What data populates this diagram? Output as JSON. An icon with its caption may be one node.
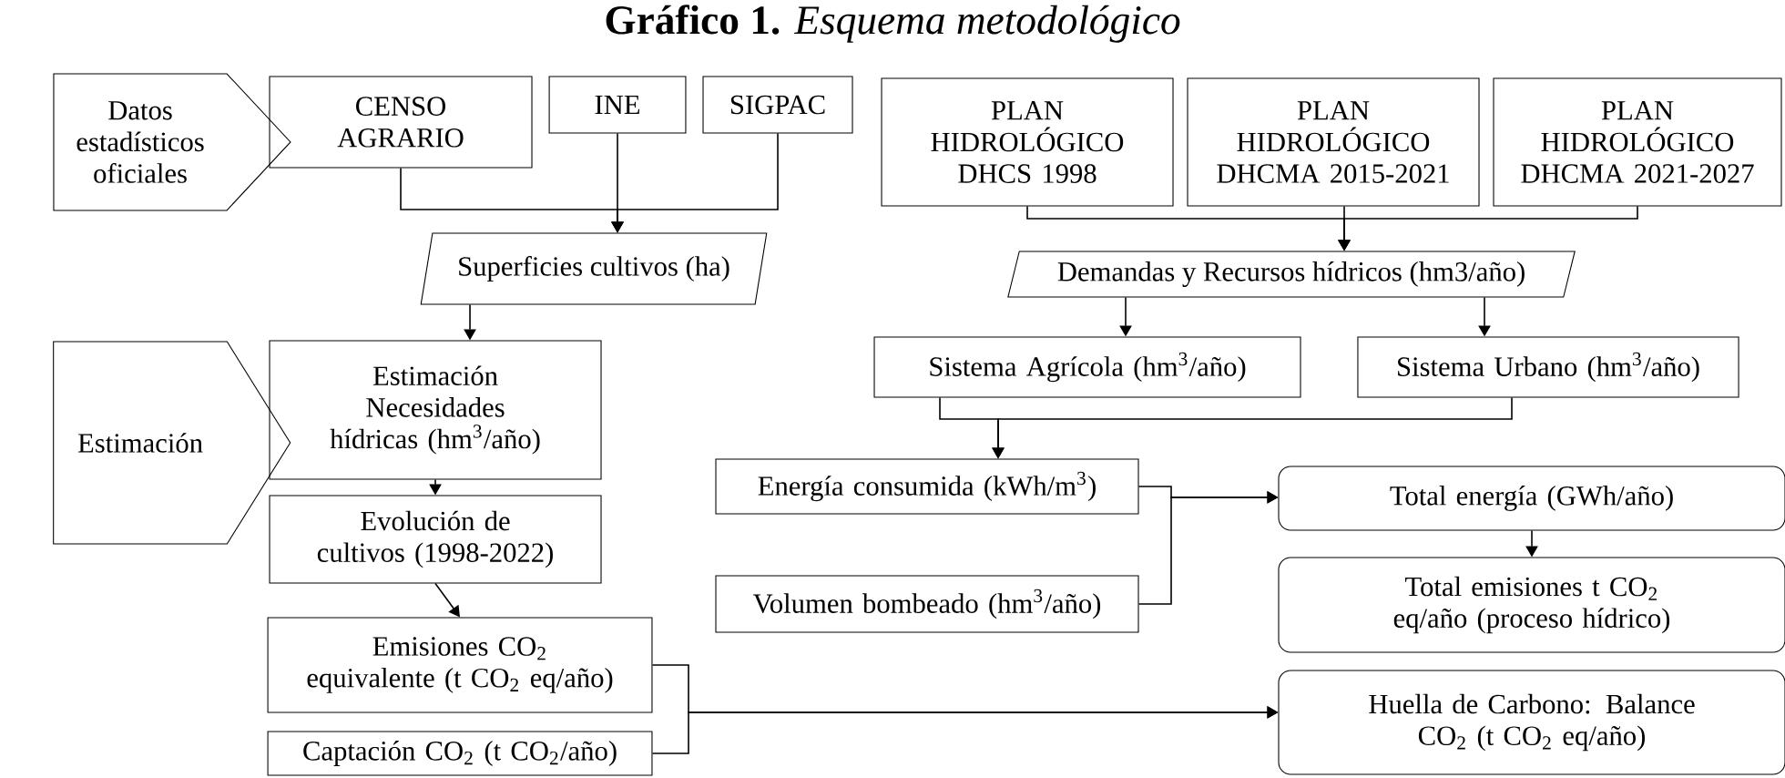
{
  "diagram": {
    "title": "**Gráfico 1.** *Esquema metodológico*",
    "nodes": [
      {
        "text": [
          "Datos estadísticos oficiales"
        ]
      },
      {
        "text": [
          "CENSO AGRARIO"
        ]
      },
      {
        "text": [
          "INE"
        ]
      },
      {
        "text": [
          "SIGPAC"
        ]
      },
      {
        "text": [
          "PLAN HIDROLÓGICO DHCS 1998"
        ]
      },
      {
        "text": [
          "PLAN HIDROLÓGICO DHCMA 2015-2021"
        ]
      },
      {
        "text": [
          "PLAN HIDROLÓGICO DHCMA 2021-2027"
        ]
      },
      {
        "text": [
          "Superficies cultivos (ha)"
        ]
      },
      {
        "text": [
          "Demandas y Recursos hídricos (hm3/año)"
        ]
      },
      {
        "text": [
          "Estimación"
        ]
      },
      {
        "text": [
          "Estimación Necesidades hídricas (hm$^{3}$/año)"
        ]
      },
      {
        "text": [
          "Sistema Agrícola (hm$^{3}$/año)"
        ]
      },
      {
        "text": [
          "Sistema Urbano (hm$^{3}$/año)"
        ]
      },
      {
        "text": [
          "Evolución de cultivos (1998-2022)"
        ]
      },
      {
        "text": [
          "Energía consumida (kWh/m$^{3}$)"
        ]
      },
      {
        "text": [
          "Total energía (GWh/año)"
        ]
      },
      {
        "text": [
          "Volumen bombeado (hm$^{3}$/año)"
        ]
      },
      {
        "text": [
          "Total emisiones t CO$_{2}$ eq/año (proceso hídrico)"
        ]
      },
      {
        "text": [
          "Emisiones CO$_{2}$ equivalente (t CO$_{2}$ eq/año)"
        ]
      },
      {
        "text": [
          "Captación CO$_{2}$ (t CO$_{2}$/año)"
        ]
      },
      {
        "text": [
          "Huella de Carbono: Balance CO$_{2}$ (t CO$_{2}$ eq/año)"
        ]
      }
    ],
    "edges": [
      {
        "from": 1,
        "to": 7,
        "arrow": "to"
      },
      {
        "from": 2,
        "to": 7,
        "arrow": "to"
      },
      {
        "from": 3,
        "to": 7,
        "arrow": "to"
      },
      {
        "from": 4,
        "to": 8,
        "arrow": "to"
      },
      {
        "from": 5,
        "to": 8,
        "arrow": "to"
      },
      {
        "from": 6,
        "to": 8,
        "arrow": "to"
      },
      {
        "from": 8,
        "to": 11,
        "arrow": "to"
      },
      {
        "from": 8,
        "to": 12,
        "arrow": "to"
      },
      {
        "from": 7,
        "to": 10,
        "arrow": "to"
      },
      {
        "from": 10,
        "to": 13,
        "arrow": "to"
      },
      {
        "from": 13,
        "to": 18,
        "arrow": "to"
      },
      {
        "from": 11,
        "to": 14,
        "arrow": "to"
      },
      {
        "from": 12,
        "to": 14,
        "arrow": "to"
      },
      {
        "from": 14,
        "to": 15,
        "arrow": "to"
      },
      {
        "from": 16,
        "to": 15,
        "arrow": "to"
      },
      {
        "from": 15,
        "to": 17,
        "arrow": "to"
      },
      {
        "from": 18,
        "to": 20,
        "arrow": "to"
      },
      {
        "from": 19,
        "to": 20,
        "arrow": "to"
      }
    ]
  }
}
